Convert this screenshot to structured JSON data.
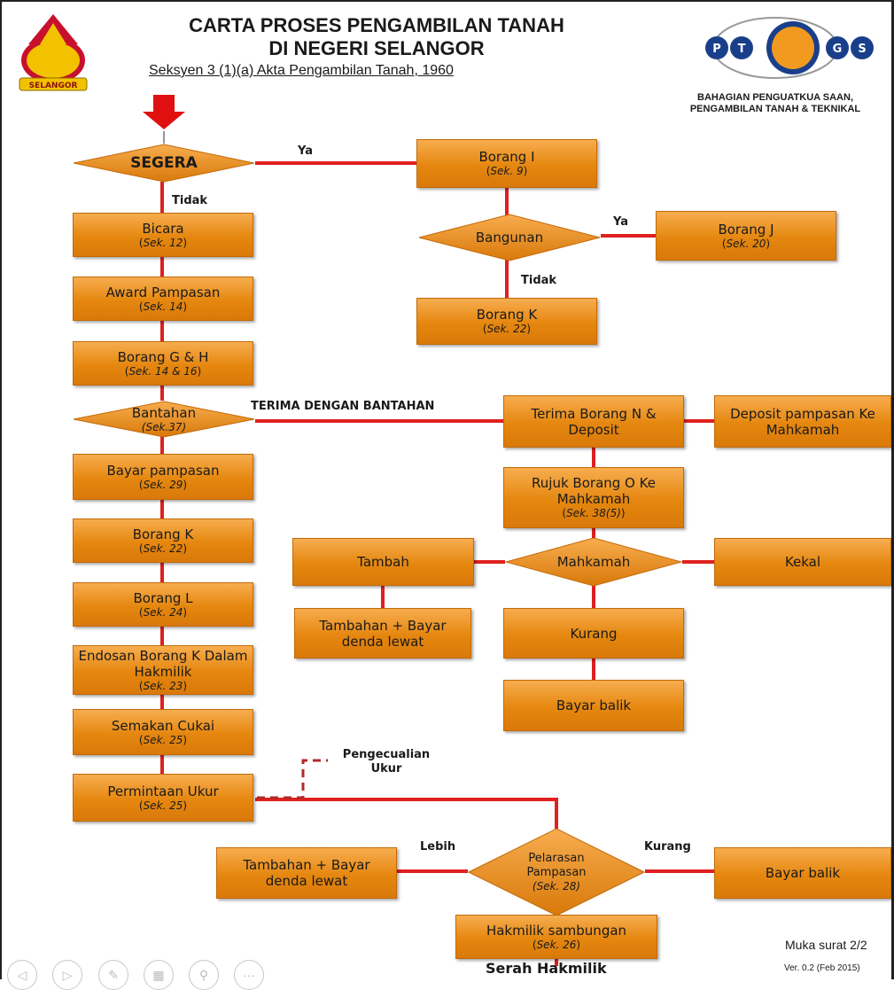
{
  "header": {
    "title_line1": "CARTA PROSES PENGAMBILAN TANAH",
    "title_line2": "DI NEGERI SELANGOR",
    "subtitle": "Seksyen 3 (1)(a) Akta Pengambilan Tanah, 1960",
    "logo_left_text": "SELANGOR",
    "logo_right_text": "PTGS",
    "dept_line1": "BAHAGIAN PENGUATKUA SAAN,",
    "dept_line2": "PENGAMBILAN TANAH & TEKNIKAL"
  },
  "colors": {
    "box_fill": "#e8901a",
    "box_border": "#c46a08",
    "line": "#e02020",
    "arrow": "#e01010"
  },
  "nodes": {
    "segera": {
      "text": "SEGERA"
    },
    "borang_i": {
      "text": "Borang I",
      "ref": "Sek. 9"
    },
    "bicara": {
      "text": "Bicara",
      "ref": "Sek. 12"
    },
    "bangunan": {
      "text": "Bangunan"
    },
    "borang_j": {
      "text": "Borang  J",
      "ref": "Sek. 20"
    },
    "award": {
      "text": "Award Pampasan",
      "ref": "Sek. 14"
    },
    "borang_k_right": {
      "text": "Borang K",
      "ref": "Sek. 22"
    },
    "borang_gh": {
      "text": "Borang G & H",
      "ref": "Sek. 14 & 16"
    },
    "bantahan": {
      "text": "Bantahan",
      "ref": "Sek.37"
    },
    "terima_n": {
      "text": "Terima Borang N & Deposit"
    },
    "deposit": {
      "text": "Deposit  pampasan Ke Mahkamah"
    },
    "bayar_pampasan": {
      "text": "Bayar pampasan",
      "ref": "Sek. 29"
    },
    "rujuk_o": {
      "text": "Rujuk Borang O Ke Mahkamah",
      "ref": "Sek. 38(5)"
    },
    "borang_k_left": {
      "text": "Borang K",
      "ref": "Sek. 22"
    },
    "tambah": {
      "text": "Tambah"
    },
    "mahkamah": {
      "text": "Mahkamah"
    },
    "kekal": {
      "text": "Kekal"
    },
    "borang_l": {
      "text": "Borang L",
      "ref": "Sek. 24"
    },
    "tambahan_denda_1": {
      "text": "Tambahan + Bayar denda lewat"
    },
    "kurang": {
      "text": "Kurang"
    },
    "endosan": {
      "text": "Endosan Borang K Dalam Hakmilik",
      "ref": "Sek. 23"
    },
    "bayar_balik_1": {
      "text": "Bayar balik"
    },
    "semakan": {
      "text": "Semakan Cukai",
      "ref": "Sek. 25"
    },
    "permintaan": {
      "text": "Permintaan Ukur",
      "ref": "Sek. 25"
    },
    "tambahan_denda_2": {
      "text": "Tambahan + Bayar denda lewat"
    },
    "pelarasan": {
      "text": "Pelarasan Pampasan",
      "ref": "Sek. 28"
    },
    "bayar_balik_2": {
      "text": "Bayar balik"
    },
    "hakmilik_sambungan": {
      "text": "Hakmilik sambungan",
      "ref": "Sek. 26"
    }
  },
  "labels": {
    "ya_1": "Ya",
    "tidak_1": "Tidak",
    "ya_2": "Ya",
    "tidak_2": "Tidak",
    "terima_dengan_bantahan": "TERIMA DENGAN BANTAHAN",
    "pengecualian_ukur": "Pengecualian Ukur",
    "lebih": "Lebih",
    "kurang_edge": "Kurang",
    "serah_hakmilik": "Serah Hakmilik"
  },
  "footer": {
    "page": "Muka surat 2/2",
    "version": "Ver. 0.2 (Feb 2015)"
  },
  "controls": [
    {
      "icon": "previous-icon"
    },
    {
      "icon": "next-icon"
    },
    {
      "icon": "pen-icon"
    },
    {
      "icon": "slides-icon"
    },
    {
      "icon": "zoom-icon"
    },
    {
      "icon": "more-icon"
    }
  ]
}
